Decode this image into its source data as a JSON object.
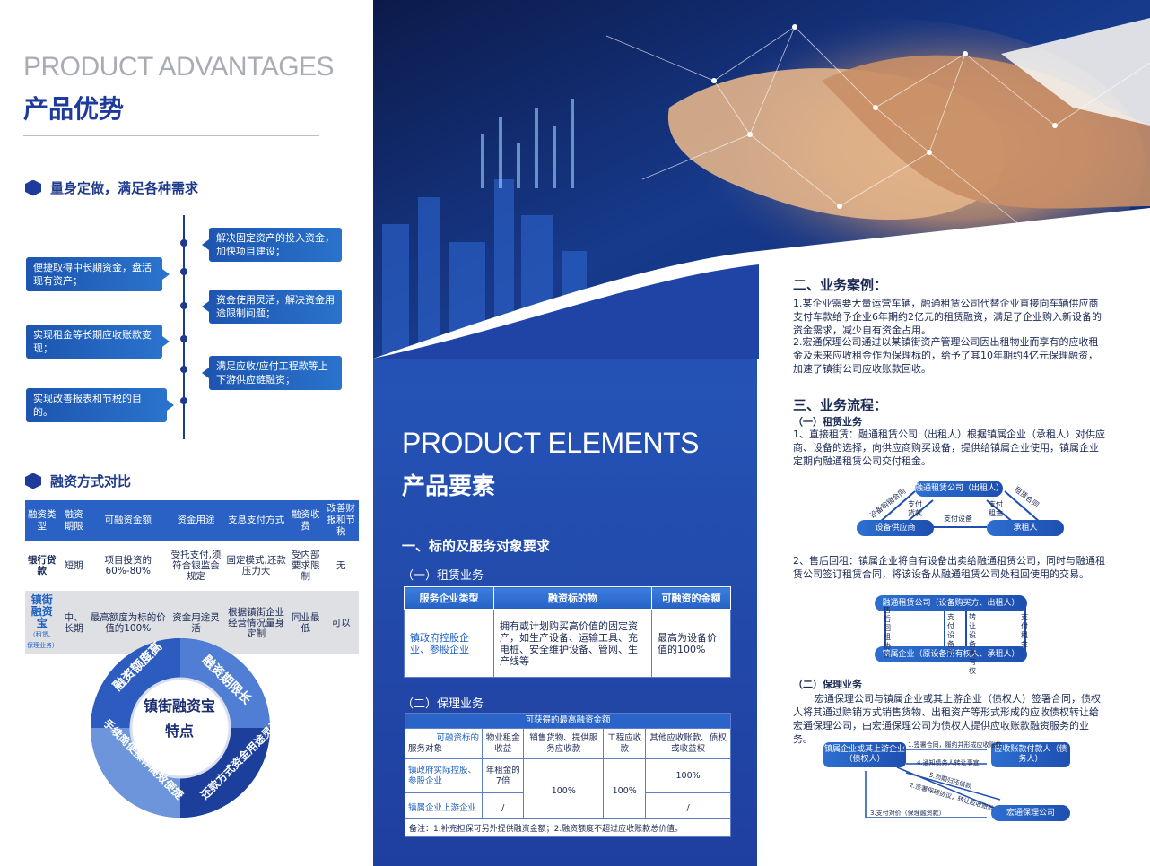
{
  "left": {
    "title_en": "PRODUCT ADVANTAGES",
    "title_cn": "产品优势",
    "section1": "量身定做，满足各种需求",
    "callouts_right": [
      "解决固定资产的投入资金，加快项目建设；",
      "资金使用灵活，解决资金用途限制问题；",
      "满足应收/应付工程款等上下游供应链融资；"
    ],
    "callouts_left": [
      "便捷取得中长期资金，盘活现有资产；",
      "实现租金等长期应收账款变现；",
      "实现改善报表和节税的目的。"
    ],
    "section2": "融资方式对比",
    "table": {
      "headers": [
        "融资类型",
        "融资期限",
        "可融资金额",
        "资金用途",
        "支息支付方式",
        "融资收费",
        "改善财报和节税"
      ],
      "row1": [
        "银行贷款",
        "短期",
        "项目投资的60%-80%",
        "受托支付,须符合银监会规定",
        "固定模式,还款压力大",
        "受内部要求限制",
        "无"
      ],
      "row2": [
        "镇街融资宝",
        "中、长期",
        "最高额度为标的价值的100%",
        "资金用途灵活",
        "根据镇街企业经营情况量身定制",
        "同业最低",
        "可以"
      ],
      "row2_note": "（租赁、保理业务）"
    },
    "circle": {
      "center1": "镇街融资宝",
      "center2": "特点",
      "segments": [
        "融资额度高",
        "融资期限长",
        "还款方式资金用途灵活",
        "手续简便操作高效便捷"
      ]
    }
  },
  "mid": {
    "title_en": "PRODUCT ELEMENTS",
    "title_cn": "产品要素",
    "h1": "一、标的及服务对象要求",
    "sub1": "（一）租赁业务",
    "lease": {
      "headers": [
        "服务企业类型",
        "融资标的物",
        "可融资的金额"
      ],
      "cells": [
        "镇政府控股企业、参股企业",
        "拥有或计划购买高价值的固定资产，如生产设备、运输工具、充电桩、安全维护设备、管网、生产线等",
        "最高为设备价值的100%"
      ]
    },
    "sub2": "（二）保理业务",
    "factoring": {
      "top": "可获得的最高融资金额",
      "corner_top": "可融资标的",
      "corner_bottom": "服务对象",
      "cols": [
        "物业租金收益",
        "销售货物、提供服务应收款",
        "工程应收款",
        "其他应收账款、债权或收益权"
      ],
      "row1": [
        "镇政府实际控股、参股企业",
        "年租金的7倍",
        "100%",
        "100%",
        "100%"
      ],
      "row2": [
        "镇属企业上游企业",
        "/",
        "/"
      ],
      "note": "备注：1.补充担保可另外提供融资金额；2.融资额度不超过应收账款总价值。"
    }
  },
  "right": {
    "h2": "二、业务案例：",
    "case1": "1.某企业需要大量运营车辆，融通租赁公司代替企业直接向车辆供应商支付车款给予企业6年期约2亿元的租赁融资，满足了企业购入新设备的资金需求，减少自有资金占用。",
    "case2": "2.宏通保理公司通过以某镇街资产管理公司因出租物业而享有的应收租金及未来应收租金作为保理标的，给予了其10年期约4亿元保理融资，加速了镇街公司应收账款回收。",
    "h3": "三、业务流程：",
    "sub1": "（一）租赁业务",
    "lease1": "1、直接租赁：融通租赁公司（出租人）根据镇属企业（承租人）对供应商、设备的选择，向供应商购买设备，提供给镇属企业使用，镇属企业定期向融通租赁公司交付租金。",
    "flow1": {
      "top": "融通租赁公司（出租人）",
      "left": "设备供应商",
      "right": "承租人",
      "l1": "设备购销合同",
      "l2": "支付货款",
      "l3": "支付设备",
      "l4": "支付租金",
      "l5": "租赁合同"
    },
    "lease2": "2、售后回租：镇属企业将自有设备出卖给融通租赁公司，同时与融通租赁公司签订租赁合同，将该设备从融通租赁公司处租回使用的交易。",
    "flow2": {
      "top": "融通租赁公司（设备购买方、出租人）",
      "bottom": "镇属企业（原设备所有权人、承租人）",
      "l1": "售后回租协议",
      "l2": "支付设备款",
      "l3": "转让设备所有权",
      "l4": "支付租金"
    },
    "sub2": "（二）保理业务",
    "factor_text": "宏通保理公司与镇属企业或其上游企业（债权人）签署合同，债权人将其通过赊销方式销售货物、出租资产等形式形成的应收债权转让给宏通保理公司，由宏通保理公司为债权人提供应收账款融资服务的业务。",
    "flow3": {
      "creditor": "镇属企业或其上游企业（债权人）",
      "debtor": "应收账款付款人（债务人）",
      "factor": "宏通保理公司",
      "s1": "1.签署合同，履约并形成应收账款",
      "s2": "2.签署保理协议，转让应收账款",
      "s3": "3.支付对价（保理融资款）",
      "s4": "4.通知债务人转让事宜",
      "s5": "5.到期归还借款"
    }
  }
}
